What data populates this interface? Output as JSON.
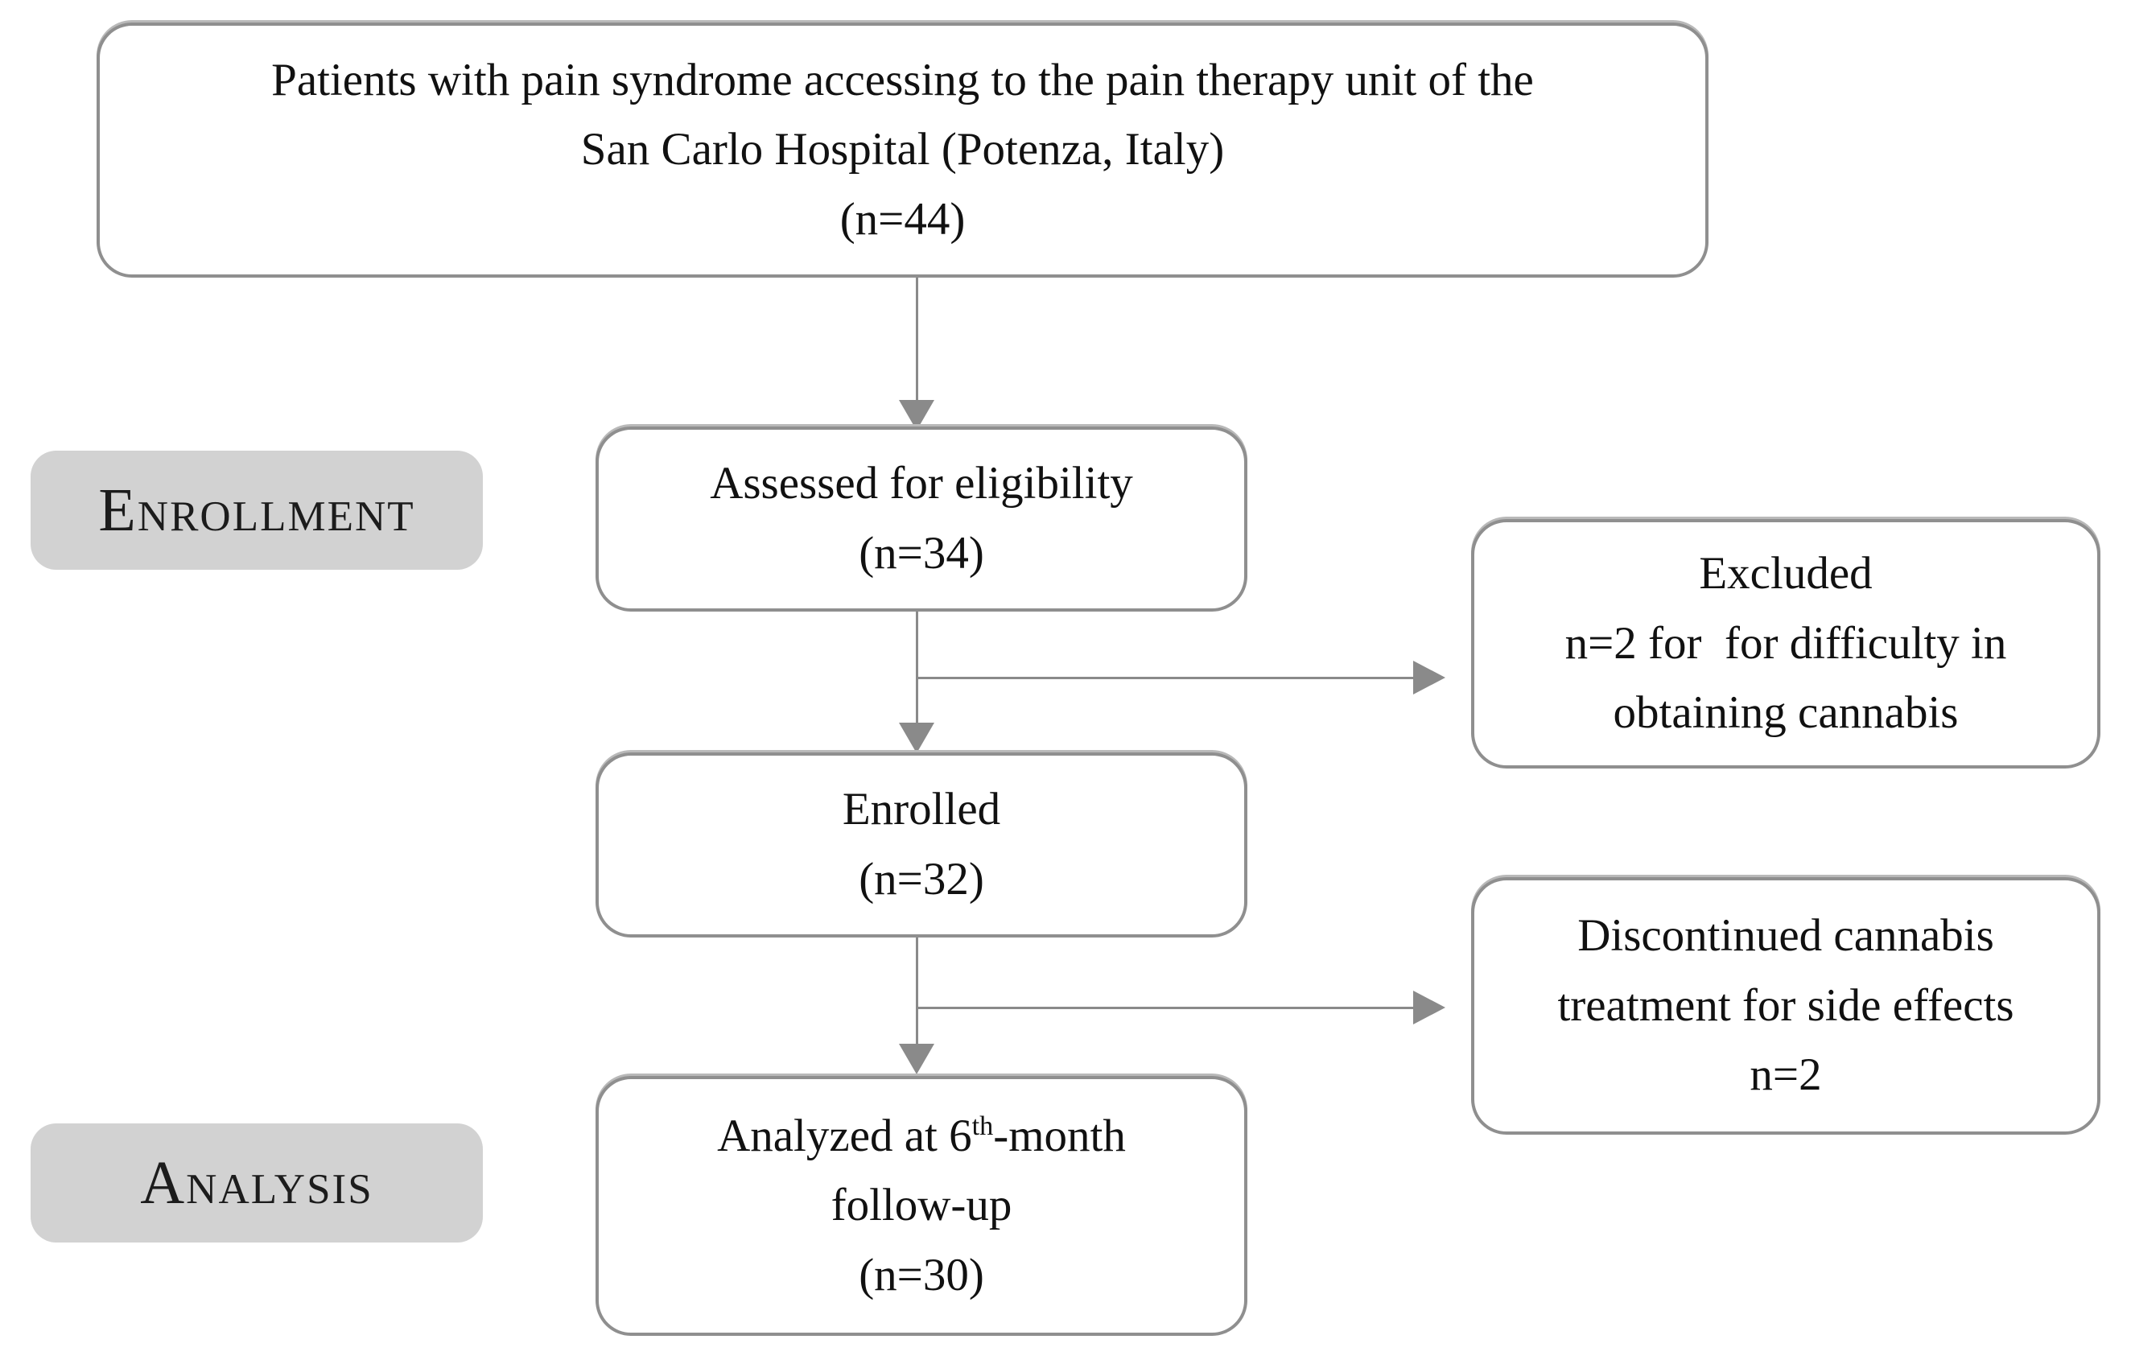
{
  "figure": {
    "colors": {
      "background": "#ffffff",
      "box_border_gray": "#8f8f8f",
      "connector_gray": "#8a8a8a",
      "stage_label_fill": "#d2d2d2",
      "text": "#111111"
    },
    "title_box": {
      "lines": [
        "Patients with pain syndrome accessing to the pain therapy unit of the",
        "San Carlo Hospital (Potenza, Italy)",
        "(n=44)"
      ]
    },
    "stage_labels": {
      "enrollment": "Enrollment",
      "analysis": "Analysis"
    },
    "boxes": {
      "assessed": {
        "lines": [
          "Assessed for eligibility",
          "(n=34)"
        ]
      },
      "excluded": {
        "lines": [
          "Excluded",
          "n=2 for  for difficulty in",
          "obtaining cannabis"
        ]
      },
      "enrolled": {
        "lines": [
          "Enrolled",
          "(n=32)"
        ]
      },
      "discontinued": {
        "lines": [
          "Discontinued cannabis",
          "treatment for side effects",
          "n=2"
        ]
      },
      "analyzed": {
        "line1_pre": "Analyzed at 6",
        "line1_sup": "th",
        "line1_post": "-month",
        "line2": "follow-up",
        "line3": "(n=30)"
      }
    }
  }
}
